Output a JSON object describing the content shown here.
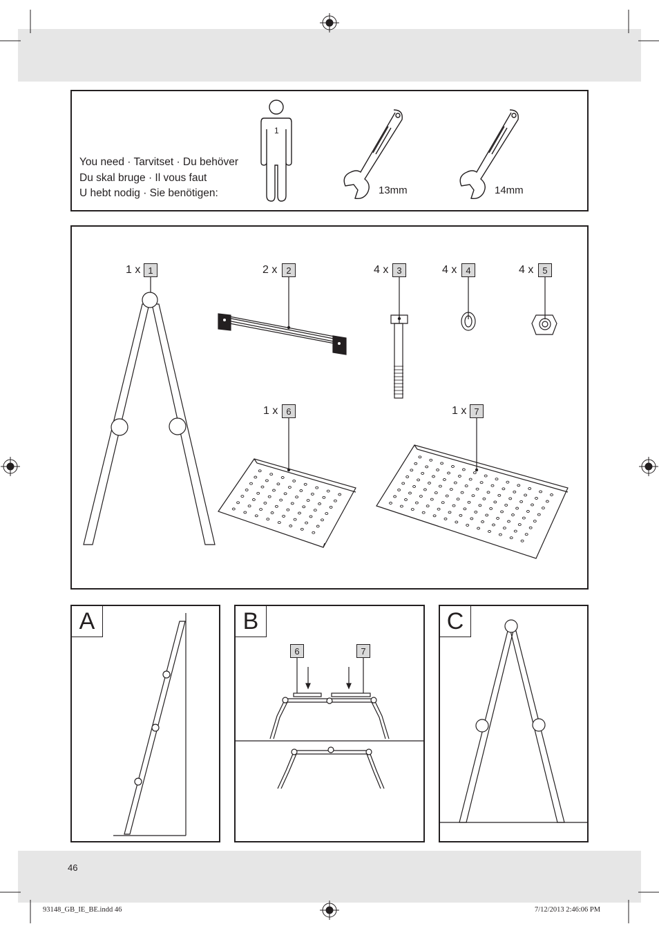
{
  "page_number": "46",
  "you_need": {
    "lines": [
      "You need · Tarvitset · Du behöver",
      "Du skal bruge · Il vous faut",
      "U hebt nodig · Sie benötigen:"
    ],
    "person_count": "1",
    "wrench_1": "13mm",
    "wrench_2": "14mm"
  },
  "parts": [
    {
      "qty": "1 x",
      "num": "1"
    },
    {
      "qty": "2 x",
      "num": "2"
    },
    {
      "qty": "4 x",
      "num": "3"
    },
    {
      "qty": "4 x",
      "num": "4"
    },
    {
      "qty": "4 x",
      "num": "5"
    },
    {
      "qty": "1 x",
      "num": "6"
    },
    {
      "qty": "1 x",
      "num": "7"
    }
  ],
  "steps": {
    "a": "A",
    "b": "B",
    "c": "C",
    "b_callout_left": "6",
    "b_callout_right": "7"
  },
  "slug": {
    "file": "93148_GB_IE_BE.indd   46",
    "datetime": "7/12/2013   2:46:06 PM"
  }
}
